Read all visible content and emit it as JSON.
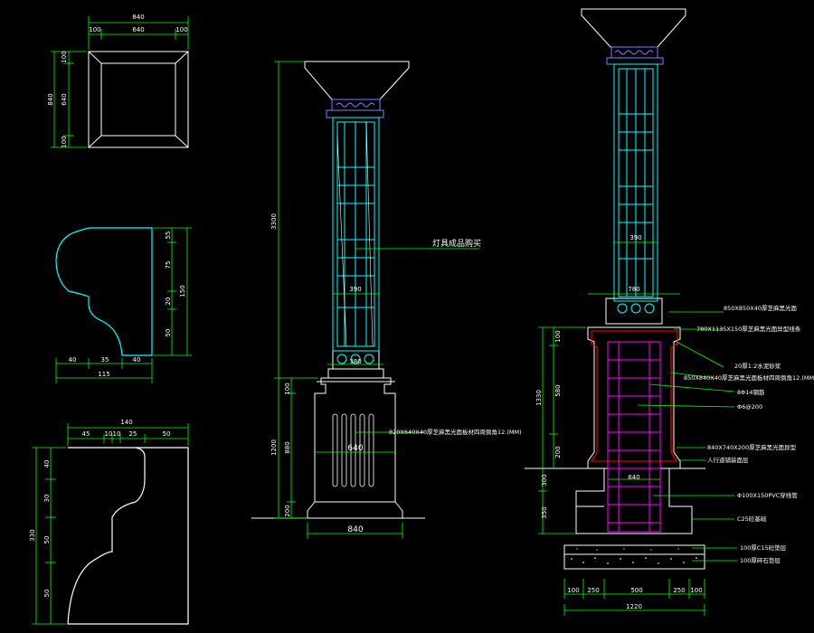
{
  "colors": {
    "background": "#000000",
    "outline": "#ffffff",
    "dimension": "#00ff00",
    "glass": "#00ffff",
    "cap_ornament": "#8080ff",
    "rebar": "#ff00ff",
    "hoop": "#ff0000",
    "leader": "#00ff00"
  },
  "plan_view": {
    "top_total": "840",
    "top_parts": [
      "100",
      "640",
      "100"
    ],
    "left_total": "840",
    "left_parts": [
      "100",
      "640",
      "100"
    ]
  },
  "cap_profile": {
    "right_dims": [
      "55",
      "75",
      "20",
      "50"
    ],
    "right_total": "150",
    "bottom_dims": [
      "40",
      "35",
      "40"
    ],
    "bottom_total": "115"
  },
  "base_profile": {
    "top_total": "140",
    "top_dims": [
      "45",
      "10",
      "10",
      "25",
      "50"
    ],
    "left_total": "330",
    "left_dims": [
      "40",
      "30",
      "50",
      "50"
    ]
  },
  "elevation": {
    "height_upper": "3300",
    "height_lower": "1200",
    "base_dims": [
      "100",
      "880",
      "200"
    ],
    "glass_width": "390",
    "neck_width": "380",
    "base_width": "640",
    "bottom_width": "840",
    "glass_note": "灯具成品购买",
    "panel_note": "820X640X40厚芝麻黑光面板材四周倒角12.(MM)"
  },
  "section": {
    "glass_width": "390",
    "neck_width": "780",
    "pier_width": "640",
    "left_upper_total": "1330",
    "left_upper_dims": [
      "100",
      "580",
      "200"
    ],
    "footing_dims": [
      "300",
      "350"
    ],
    "bottom_total": "1220",
    "bottom_dims": [
      "100",
      "250",
      "500",
      "250",
      "100"
    ],
    "notes": [
      "850X850X40厚芝麻黑光面",
      "780X1135X150厚芝麻黑光面异型线条",
      "20厚1:2水泥砂浆",
      "850X840X40厚芝麻黑光面板材四周倒角12.(MM)",
      "8Φ14钢筋",
      "Φ6@200",
      "840X740X200厚芝麻黑光面异型",
      "人行道铺装面层",
      "Φ100X150PVC穿线管",
      "C25砼基础",
      "100厚C15砼垫层",
      "100厚碎石垫层"
    ]
  }
}
